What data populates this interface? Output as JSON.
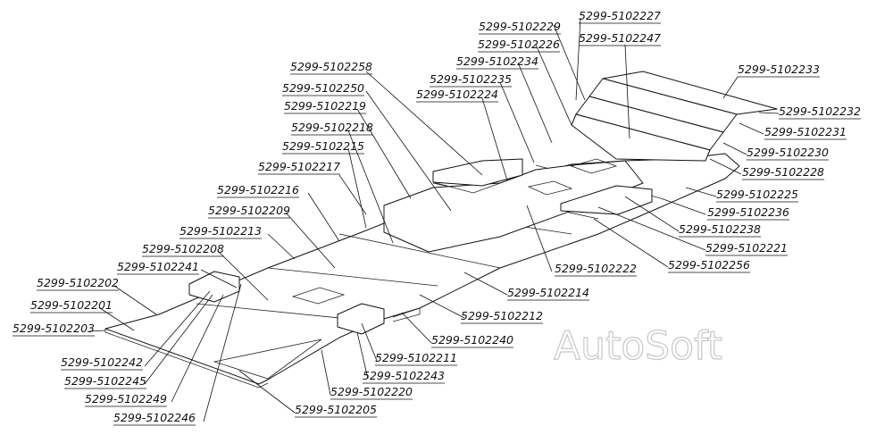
{
  "watermark": "AutoSoft",
  "parts": [
    "5299-5102229",
    "5299-5102227",
    "5299-5102226",
    "5299-5102247",
    "5299-5102234",
    "5299-5102235",
    "5299-5102224",
    "5299-5102258",
    "5299-5102250",
    "5299-5102219",
    "5299-5102218",
    "5299-5102215",
    "5299-5102217",
    "5299-5102216",
    "5299-5102209",
    "5299-5102213",
    "5299-5102208",
    "5299-5102241",
    "5299-5102202",
    "5299-5102201",
    "5299-5102203",
    "5299-5102242",
    "5299-5102245",
    "5299-5102249",
    "5299-5102246",
    "5299-5102205",
    "5299-5102220",
    "5299-5102243",
    "5299-5102211",
    "5299-5102240",
    "5299-5102212",
    "5299-5102214",
    "5299-5102222",
    "5299-5102256",
    "5299-5102221",
    "5299-5102238",
    "5299-5102236",
    "5299-5102225",
    "5299-5102228",
    "5299-5102230",
    "5299-5102231",
    "5299-5102232",
    "5299-5102233"
  ]
}
